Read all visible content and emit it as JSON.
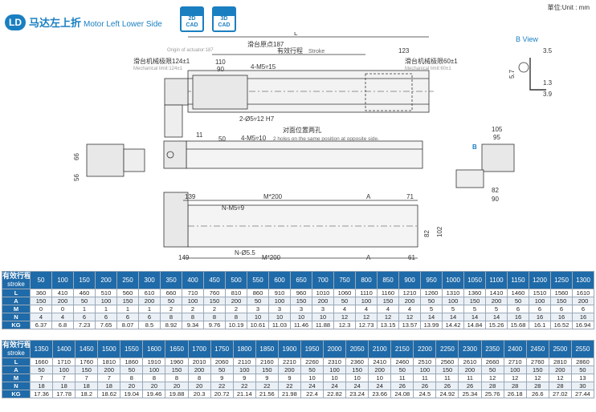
{
  "header": {
    "badge": "LD",
    "title_cn": "马达左上折",
    "title_en": "Motor Left Lower Side",
    "cad2d_a": "2D",
    "cad2d_b": "CAD",
    "cad3d_a": "3D",
    "cad3d_b": "CAD",
    "unit": "單位:Unit : mm"
  },
  "drawing": {
    "L": "L",
    "origin_cn": "滑台原点187",
    "origin_en": "Origin of actuator:187",
    "stroke": "有效行程",
    "stroke_en": "Stroke",
    "dim_123": "123",
    "mech_l_cn": "滑台机械极限124±1",
    "mech_l_en": "Mechanical limit:124±1",
    "dim_110": "110",
    "dim_90": "90",
    "m5_15": "4-M5▿15",
    "mech_r_cn": "滑台机械极限60±1",
    "mech_r_en": "Mechanical limit:60±1",
    "hole_5": "2-Ø5▿12 H7",
    "opposite_cn": "对面位置两孔",
    "m5_10": "4-M5▿10",
    "opposite_en": "2 holes on the same position at opposite side.",
    "dim_11": "11",
    "dim_50": "50",
    "dim_66": "66",
    "dim_56": "56",
    "dim_139": "139",
    "m200_top": "M*200",
    "A_top": "A",
    "dim_71": "71",
    "nm5": "N-M5▿9",
    "n55": "N-Ø5.5",
    "dim_149": "149",
    "m200_bot": "M*200",
    "A_bot": "A",
    "dim_61": "61",
    "dim_82_v": "82",
    "dim_102": "102",
    "bview": "B View",
    "dim_35": "3.5",
    "dim_57": "5.7",
    "dim_13": "1.3",
    "dim_39": "3.9",
    "dim_105": "105",
    "dim_95": "95",
    "B": "B",
    "dim_82_h": "82",
    "dim_90_end": "90"
  },
  "specs": {
    "label_cn": "有效行程",
    "label_en": "stroke",
    "row_labels": [
      "L",
      "A",
      "M",
      "N",
      "KG"
    ],
    "table1": {
      "strokes": [
        "50",
        "100",
        "150",
        "200",
        "250",
        "300",
        "350",
        "400",
        "450",
        "500",
        "550",
        "600",
        "650",
        "700",
        "750",
        "800",
        "850",
        "900",
        "950",
        "1000",
        "1050",
        "1100",
        "1150",
        "1200",
        "1250",
        "1300"
      ],
      "L": [
        "360",
        "410",
        "460",
        "510",
        "560",
        "610",
        "660",
        "710",
        "760",
        "810",
        "860",
        "910",
        "960",
        "1010",
        "1060",
        "1110",
        "1160",
        "1210",
        "1260",
        "1310",
        "1360",
        "1410",
        "1460",
        "1510",
        "1560",
        "1610"
      ],
      "A": [
        "150",
        "200",
        "50",
        "100",
        "150",
        "200",
        "50",
        "100",
        "150",
        "200",
        "50",
        "100",
        "150",
        "200",
        "50",
        "100",
        "150",
        "200",
        "50",
        "100",
        "150",
        "200",
        "50",
        "100",
        "150",
        "200"
      ],
      "M": [
        "0",
        "0",
        "1",
        "1",
        "1",
        "1",
        "2",
        "2",
        "2",
        "2",
        "3",
        "3",
        "3",
        "3",
        "4",
        "4",
        "4",
        "4",
        "5",
        "5",
        "5",
        "5",
        "6",
        "6",
        "6",
        "6"
      ],
      "N": [
        "4",
        "4",
        "6",
        "6",
        "6",
        "6",
        "8",
        "8",
        "8",
        "8",
        "10",
        "10",
        "10",
        "10",
        "12",
        "12",
        "12",
        "12",
        "14",
        "14",
        "14",
        "14",
        "16",
        "16",
        "16",
        "16"
      ],
      "KG": [
        "6.37",
        "6.8",
        "7.23",
        "7.65",
        "8.07",
        "8.5",
        "8.92",
        "9.34",
        "9.76",
        "10.19",
        "10.61",
        "11.03",
        "11.46",
        "11.88",
        "12.3",
        "12.73",
        "13.15",
        "13.57",
        "13.99",
        "14.42",
        "14.84",
        "15.26",
        "15.68",
        "16.1",
        "16.52",
        "16.94"
      ]
    },
    "table2": {
      "strokes": [
        "1350",
        "1400",
        "1450",
        "1500",
        "1550",
        "1600",
        "1650",
        "1700",
        "1750",
        "1800",
        "1850",
        "1900",
        "1950",
        "2000",
        "2050",
        "2100",
        "2150",
        "2200",
        "2250",
        "2300",
        "2350",
        "2400",
        "2450",
        "2500",
        "2550"
      ],
      "L": [
        "1660",
        "1710",
        "1760",
        "1810",
        "1860",
        "1910",
        "1960",
        "2010",
        "2060",
        "2110",
        "2160",
        "2210",
        "2260",
        "2310",
        "2360",
        "2410",
        "2460",
        "2510",
        "2560",
        "2610",
        "2660",
        "2710",
        "2760",
        "2810",
        "2860"
      ],
      "A": [
        "50",
        "100",
        "150",
        "200",
        "50",
        "100",
        "150",
        "200",
        "50",
        "100",
        "150",
        "200",
        "50",
        "100",
        "150",
        "200",
        "50",
        "100",
        "150",
        "200",
        "50",
        "100",
        "150",
        "200",
        "50"
      ],
      "M": [
        "7",
        "7",
        "7",
        "7",
        "8",
        "8",
        "8",
        "8",
        "9",
        "9",
        "9",
        "9",
        "10",
        "10",
        "10",
        "10",
        "11",
        "11",
        "11",
        "11",
        "12",
        "12",
        "12",
        "12",
        "13"
      ],
      "N": [
        "18",
        "18",
        "18",
        "18",
        "20",
        "20",
        "20",
        "20",
        "22",
        "22",
        "22",
        "22",
        "24",
        "24",
        "24",
        "24",
        "26",
        "26",
        "26",
        "26",
        "28",
        "28",
        "28",
        "28",
        "30"
      ],
      "KG": [
        "17.36",
        "17.78",
        "18.2",
        "18.62",
        "19.04",
        "19.46",
        "19.88",
        "20.3",
        "20.72",
        "21.14",
        "21.56",
        "21.98",
        "22.4",
        "22.82",
        "23.24",
        "23.66",
        "24.08",
        "24.5",
        "24.92",
        "25.34",
        "25.76",
        "26.18",
        "26.6",
        "27.02",
        "27.44"
      ]
    }
  },
  "colors": {
    "accent": "#1a7fc1",
    "table_header": "#1f6aa8"
  }
}
